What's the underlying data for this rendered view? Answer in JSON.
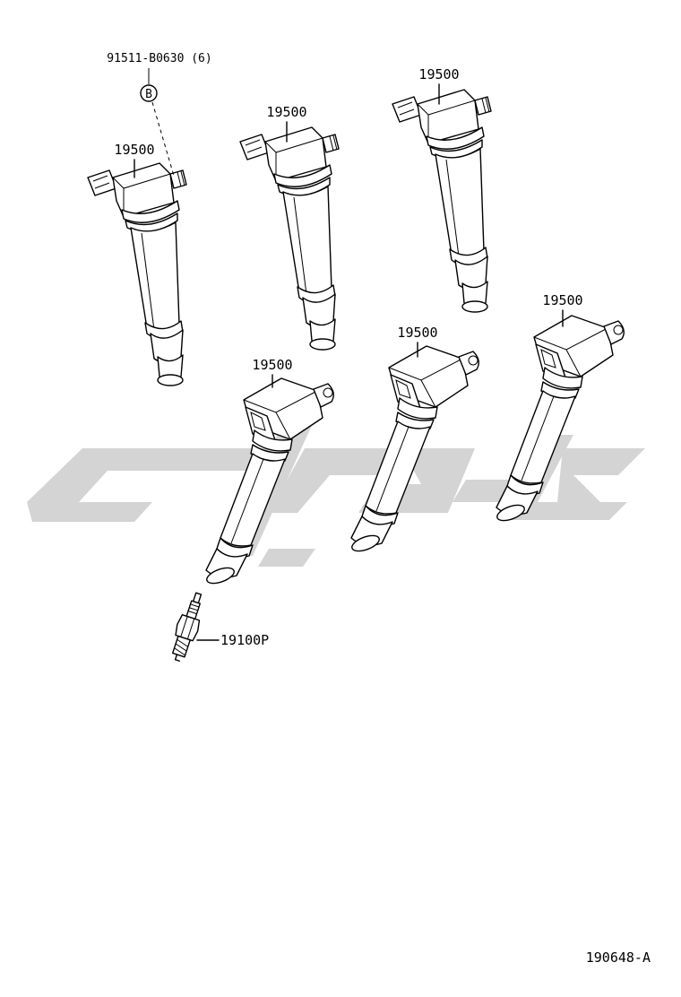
{
  "callouts": {
    "coil_part_number": "19500",
    "bolt_part_number": "91511-B0630 (6)",
    "bolt_marker": "B",
    "spark_plug_part_number": "19100P"
  },
  "diagram_id": "190648-A",
  "colors": {
    "line": "#000000",
    "background": "#ffffff",
    "watermark": "#d4d4d4"
  }
}
